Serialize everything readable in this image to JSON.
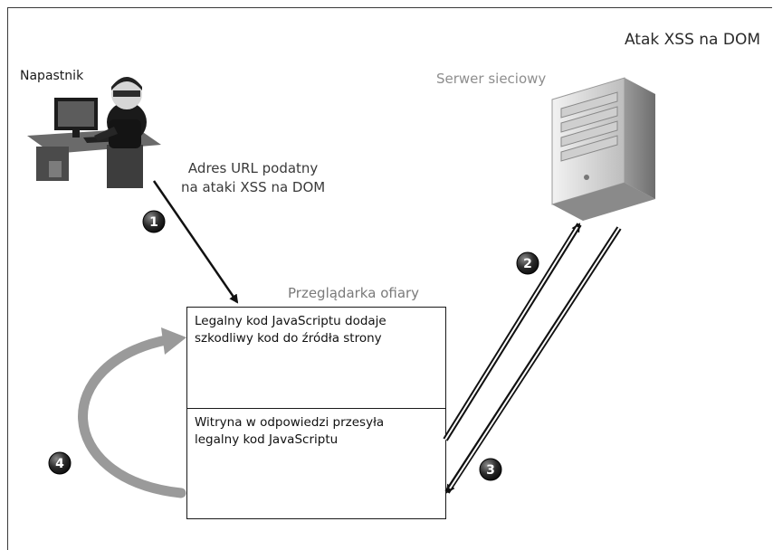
{
  "diagram": {
    "title": "Atak XSS na DOM",
    "attacker_label": "Napastnik",
    "server_label": "Serwer sieciowy",
    "url_label": "Adres URL podatny\nna ataki XSS na DOM",
    "browser_label": "Przeglądarka ofiary",
    "box_top_text": "Legalny kod JavaScriptu dodaje\nszkodliwy kod do źródła strony",
    "box_bottom_text": "Witryna w odpowiedzi przesyła\nlegalny kod JavaScriptu",
    "steps": [
      "1",
      "2",
      "3",
      "4"
    ]
  }
}
